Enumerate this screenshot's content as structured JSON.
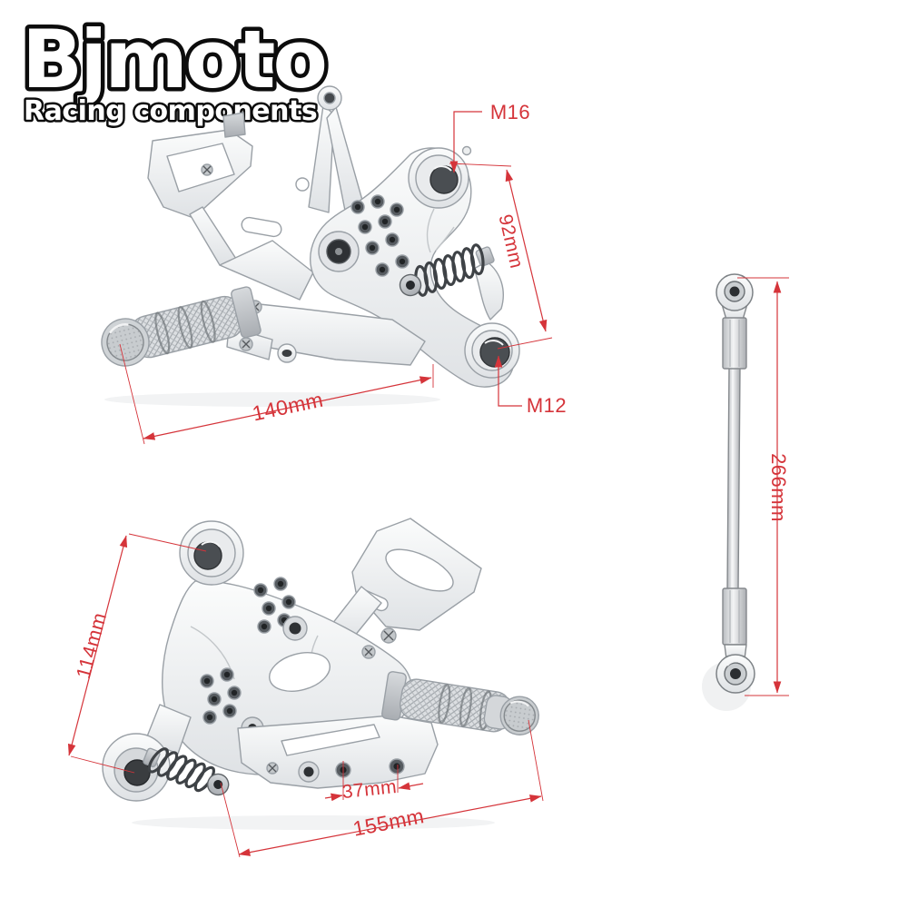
{
  "page": {
    "background": "#ffffff"
  },
  "colors": {
    "annotation_red": "#d5343a",
    "sketch_line": "#9aa0a6",
    "logo_outline": "#0c0c0c"
  },
  "logo": {
    "brand": "Bjmoto",
    "tagline": "Racing components"
  },
  "diagram": {
    "top_assembly": {
      "labels": {
        "top_bolt": "M16",
        "height": "92mm",
        "length": "140mm",
        "bottom_bolt": "M12"
      }
    },
    "bottom_assembly": {
      "labels": {
        "height": "114mm",
        "hole_spacing": "37mm",
        "length": "155mm"
      }
    },
    "linkage_rod": {
      "labels": {
        "length": "266mm"
      }
    }
  }
}
